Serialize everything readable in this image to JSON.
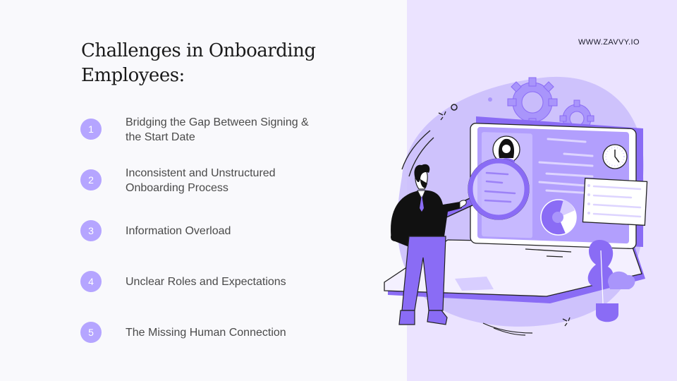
{
  "slide": {
    "title_line1": "Challenges in Onboarding",
    "title_line2": "Employees:",
    "brand": "WWW.ZAVVY.IO"
  },
  "items": [
    {
      "number": "1",
      "line1": "Bridging the Gap Between Signing &",
      "line2": "the Start Date"
    },
    {
      "number": "2",
      "line1": "Inconsistent and Unstructured",
      "line2": "Onboarding Process"
    },
    {
      "number": "3",
      "line1": "Information Overload",
      "line2": ""
    },
    {
      "number": "4",
      "line1": "Unclear Roles and Expectations",
      "line2": ""
    },
    {
      "number": "5",
      "line1": "The Missing Human Connection",
      "line2": ""
    }
  ],
  "colors": {
    "left_background": "#f9f9fc",
    "right_background": "#ebe3ff",
    "badge": "#b5a5ff",
    "accent_purple": "#8a6cf5",
    "text_dark": "#1a1a1a",
    "text_body": "#4a4a4a"
  },
  "illustration": {
    "description": "man-with-magnifying-glass-inspecting-laptop-dashboard"
  }
}
